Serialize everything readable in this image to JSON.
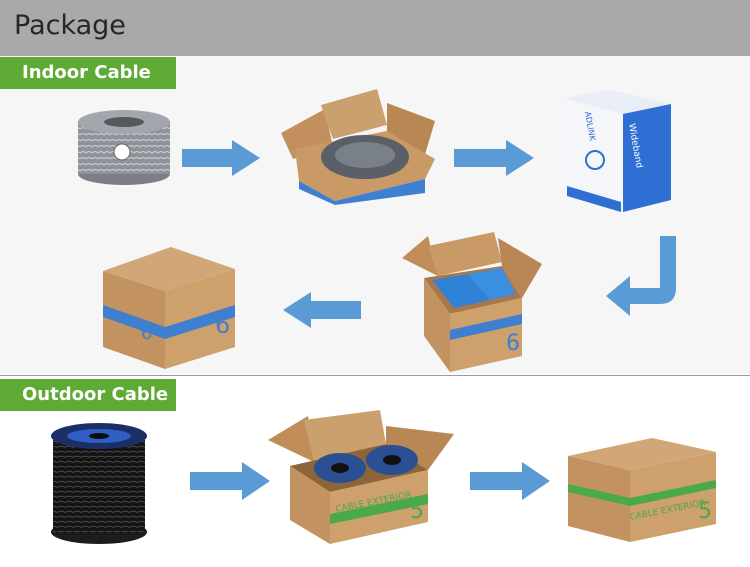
{
  "header": {
    "title": "Package"
  },
  "sections": [
    {
      "label": "Indoor Cable"
    },
    {
      "label": "Outdoor Cable"
    }
  ],
  "box_print": {
    "indoor_number": "6",
    "outdoor_number": "5",
    "outdoor_text": "CABLE EXTERIOR",
    "retail_brand": "ADLINK",
    "retail_wordmark": "Wideband"
  },
  "colors": {
    "header": "#a9a9a9",
    "tag_green": "#5daa35",
    "arrow_blue": "#5b9bd5",
    "carton": "#c99a66",
    "print_blue": "#3f7fd0",
    "print_green": "#4aa94a"
  },
  "icons": [
    "right-arrow-icon",
    "left-arrow-icon",
    "hook-arrow-icon"
  ]
}
